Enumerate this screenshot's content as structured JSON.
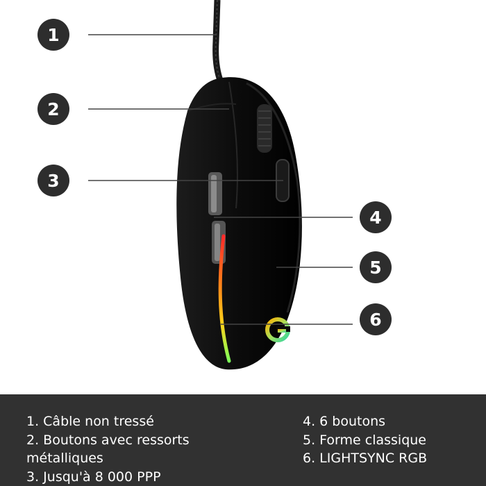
{
  "colors": {
    "callout_bg": "#2d2d2d",
    "callout_text": "#ffffff",
    "legend_bg": "#313131",
    "legend_text": "#ffffff",
    "mouse_body": "#0a0a0a",
    "leader_line": "#444444"
  },
  "callouts": [
    {
      "number": "1"
    },
    {
      "number": "2"
    },
    {
      "number": "3"
    },
    {
      "number": "4"
    },
    {
      "number": "5"
    },
    {
      "number": "6"
    }
  ],
  "legend": {
    "left": [
      "1. Câble non tressé",
      "2. Boutons avec ressorts métalliques",
      "3. Jusqu'à 8 000 PPP"
    ],
    "right": [
      "4. 6 boutons",
      "5. Forme classique",
      "6. LIGHTSYNC RGB"
    ]
  }
}
